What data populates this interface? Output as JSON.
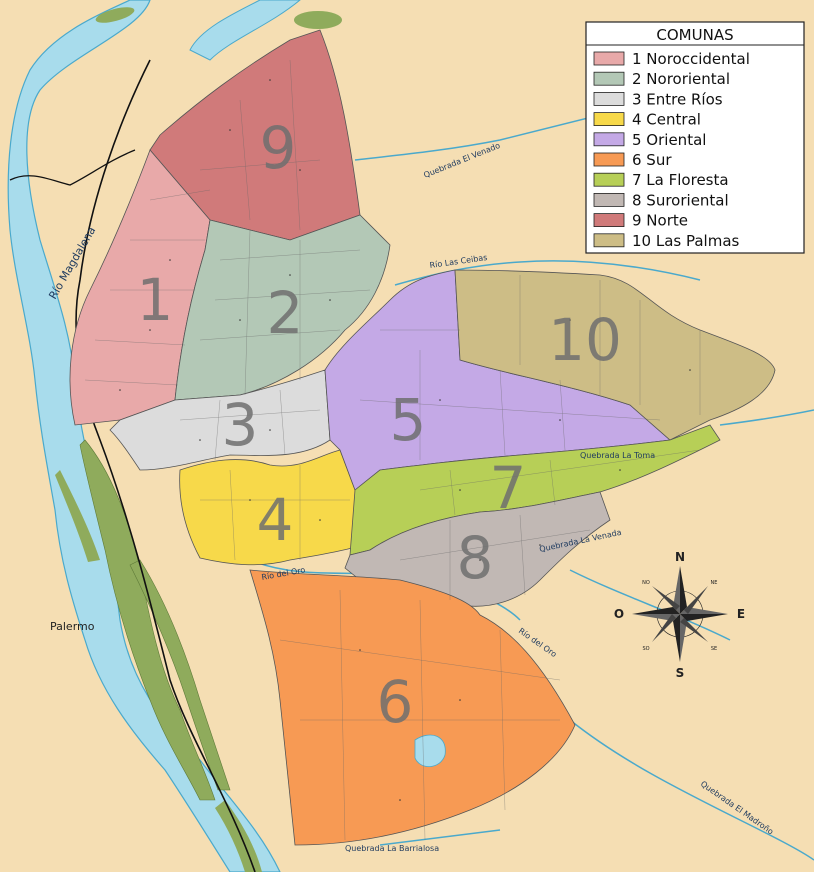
{
  "legend": {
    "title": "COMUNAS",
    "items": [
      {
        "label": "1 Noroccidental",
        "color": "#e8a9a9"
      },
      {
        "label": "2 Nororiental",
        "color": "#b3c8b6"
      },
      {
        "label": "3 Entre Ríos",
        "color": "#dcdcdc"
      },
      {
        "label": "4 Central",
        "color": "#f7d94a"
      },
      {
        "label": "5 Oriental",
        "color": "#c4a9e6"
      },
      {
        "label": "6 Sur",
        "color": "#f79a54"
      },
      {
        "label": "7 La Floresta",
        "color": "#b7cf57"
      },
      {
        "label": "8 Suroriental",
        "color": "#c1b8b4"
      },
      {
        "label": "9 Norte",
        "color": "#d07a7a"
      },
      {
        "label": "10 Las Palmas",
        "color": "#cdbd86"
      }
    ]
  },
  "comunas": {
    "c1": "1",
    "c2": "2",
    "c3": "3",
    "c4": "4",
    "c5": "5",
    "c6": "6",
    "c7": "7",
    "c8": "8",
    "c9": "9",
    "c10": "10"
  },
  "rivers": {
    "magdalena": "Río Magdalena",
    "el_venado": "Quebrada El Venado",
    "las_ceibas": "Río Las Ceibas",
    "la_toma": "Quebrada La Toma",
    "la_venada": "Quebrada La Venada",
    "rio_del_oro_w": "Río del Oro",
    "rio_del_oro_e": "Río del Oro",
    "el_madroño": "Quebrada El Madroño",
    "la_barrialosa": "Quebrada La Barrialosa"
  },
  "places": {
    "palermo": "Palermo"
  },
  "compass": {
    "n": "N",
    "s": "S",
    "e": "E",
    "o": "O",
    "no": "NO",
    "ne": "NE",
    "so": "SO",
    "se": "SE"
  },
  "colors": {
    "land": "#f5deb3",
    "water": "#a8dcec",
    "water_edge": "#4aa9cc",
    "island": "#8fab5c",
    "border": "#555555"
  }
}
